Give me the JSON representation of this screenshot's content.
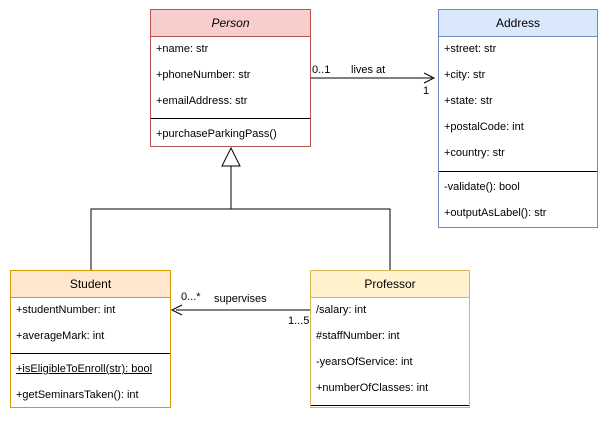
{
  "person": {
    "name": "Person",
    "attributes": [
      "+name: str",
      "+phoneNumber: str",
      "+emailAddress: str"
    ],
    "methods": [
      "+purchaseParkingPass()"
    ],
    "header_color": "#f8cecc",
    "border_color": "#b85450"
  },
  "address": {
    "name": "Address",
    "attributes": [
      "+street: str",
      "+city: str",
      "+state: str",
      "+postalCode: int",
      "+country: str"
    ],
    "methods": [
      "-validate(): bool",
      "+outputAsLabel(): str"
    ],
    "header_color": "#dae8fc",
    "border_color": "#6c8ebf"
  },
  "student": {
    "name": "Student",
    "attributes": [
      "+studentNumber: int",
      "+averageMark: int"
    ],
    "methods": [
      "+isEligibleToEnroll(str): bool",
      "+getSeminarsTaken(): int"
    ],
    "header_color": "#ffe6cc",
    "border_color": "#d79b00"
  },
  "professor": {
    "name": "Professor",
    "attributes": [
      "/salary: int",
      "#staffNumber: int",
      "-yearsOfService: int",
      "+numberOfClasses: int"
    ],
    "methods": [],
    "header_color": "#fff2cc",
    "border_color": "#d6b656"
  },
  "associations": {
    "lives_at": {
      "label": "lives at",
      "source_mult": "0..1",
      "target_mult": "1"
    },
    "supervises": {
      "label": "supervises",
      "source_mult": "1...5",
      "target_mult": "0...*"
    }
  }
}
